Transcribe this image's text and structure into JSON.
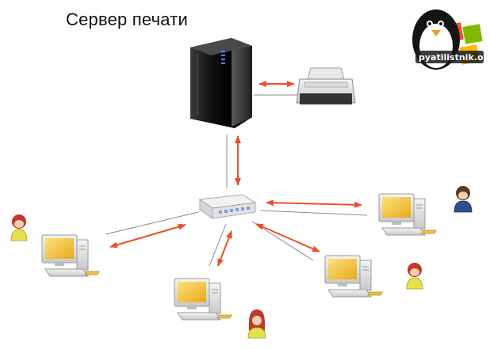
{
  "diagram": {
    "title": "Сервер печати",
    "logo": {
      "text": "pyatilistnik.org",
      "icon": "penguin-windows-logo"
    },
    "nodes": {
      "server": {
        "icon": "server-tower-icon"
      },
      "printer": {
        "icon": "printer-icon"
      },
      "switch": {
        "icon": "network-switch-icon"
      },
      "workstations": [
        {
          "id": "left",
          "icon": "workstation-icon",
          "user": "user-icon"
        },
        {
          "id": "bottom",
          "icon": "workstation-icon",
          "user": "user-icon"
        },
        {
          "id": "bottom-right",
          "icon": "workstation-icon",
          "user": "user-icon"
        },
        {
          "id": "right",
          "icon": "workstation-icon",
          "user": "user-icon"
        }
      ]
    },
    "colors": {
      "arrow": "#e8502a",
      "line": "#8a8a8a",
      "server": "#141414",
      "screen": "#f4c430"
    }
  }
}
